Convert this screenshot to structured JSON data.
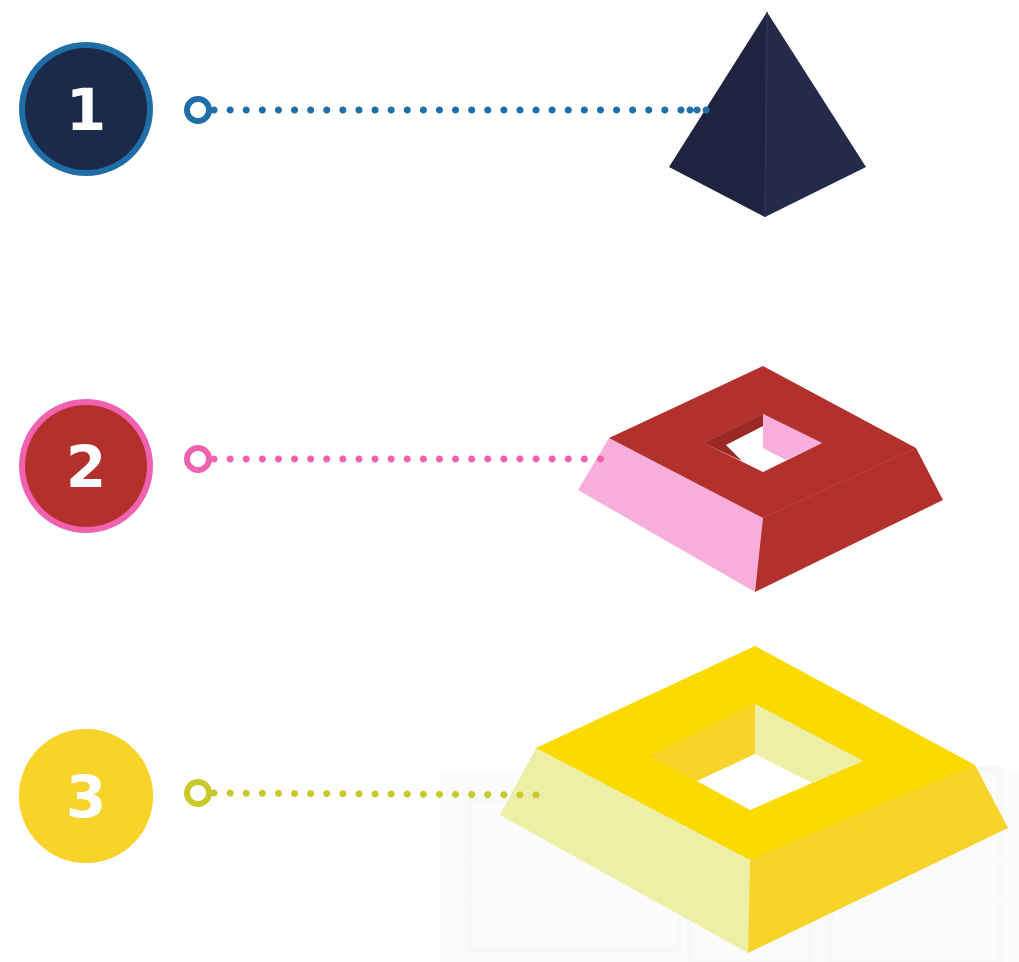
{
  "steps": [
    {
      "number": "1",
      "badge_fill": "#1B2A4A",
      "badge_ring": "#1F6EA8",
      "connector_color": "#1F6EA8",
      "shape": "pyramid",
      "shape_colors": {
        "left": "#1F2340",
        "right": "#242B4A"
      }
    },
    {
      "number": "2",
      "badge_fill": "#B3312D",
      "badge_ring": "#F062B0",
      "connector_color": "#F062B0",
      "shape": "frustum-ring",
      "shape_colors": {
        "top": "#B3312D",
        "left_side": "#F7AEDB",
        "right_side": "#B3312D",
        "inner": "#F7AEDB"
      }
    },
    {
      "number": "3",
      "badge_fill": "#F8D42A",
      "badge_ring": "#F8D42A",
      "connector_color": "#C8C92A",
      "shape": "frustum-ring",
      "shape_colors": {
        "top": "#FBDA00",
        "left_side": "#EDEFA6",
        "right_side": "#F8D42A",
        "inner": "#F8D42A"
      }
    }
  ]
}
